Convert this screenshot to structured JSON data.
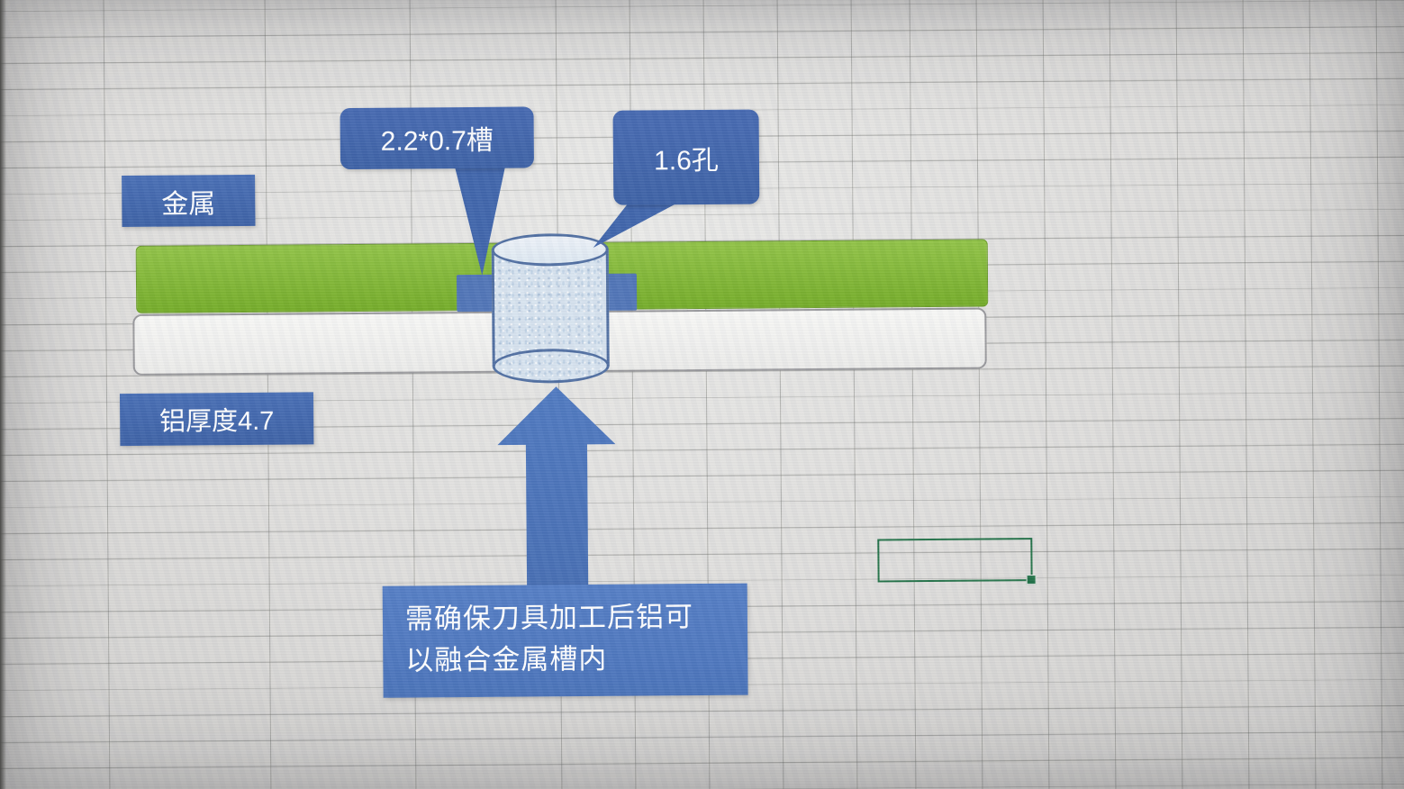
{
  "diagram": {
    "slot_callout_label": "2.2*0.7槽",
    "hole_callout_label": "1.6孔",
    "metal_label": "金属",
    "aluminum_label": "铝厚度4.7",
    "note_line1": "需确保刀具加工后铝可",
    "note_line2": "以融合金属槽内",
    "colors": {
      "callout_blue": "#3d63aa",
      "note_blue": "#4d78c0",
      "metal_green": "#7cb42e",
      "aluminum_white": "#f3f3f1",
      "slot_blue": "#4e73b6",
      "cylinder_fill": "#d8e4f0",
      "cylinder_outline": "#4e6da0",
      "selection_green": "#1e6f44",
      "grid_line": "#9a9c98"
    }
  }
}
